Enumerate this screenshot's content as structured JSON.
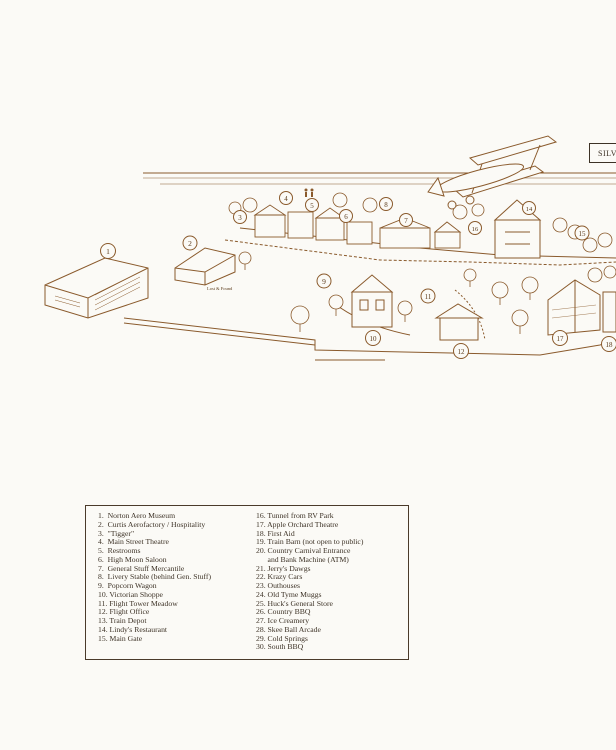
{
  "sign": "SILV",
  "small_label": "Lost & Found",
  "map_numbers": [
    "1",
    "2",
    "3",
    "4",
    "5",
    "6",
    "7",
    "8",
    "9",
    "10",
    "11",
    "12",
    "14",
    "15",
    "16",
    "17",
    "18"
  ],
  "legend_left": [
    "1.  Norton Aero Museum",
    "2.  Curtis Aerofactory / Hospitality",
    "3.  \"Tigger\"",
    "4.  Main Street Theatre",
    "5.  Restrooms",
    "6.  High Moon Saloon",
    "7.  General Stuff Mercantile",
    "8.  Livery Stable (behind Gen. Stuff)",
    "9.  Popcorn Wagon",
    "10. Victorian Shoppe",
    "11. Flight Tower Meadow",
    "12. Flight Office",
    "13. Train Depot",
    "14. Lindy's Restaurant",
    "15. Main Gate"
  ],
  "legend_right": [
    "16. Tunnel from RV Park",
    "17. Apple Orchard Theatre",
    "18. First Aid",
    "19. Train Barn (not open to public)",
    "20. Country Carnival Entrance",
    "      and Bank Machine (ATM)",
    "21. Jerry's Dawgs",
    "22. Krazy Cars",
    "23. Outhouses",
    "24. Old Tyme Muggs",
    "25. Huck's General Store",
    "26. Country BBQ",
    "27. Ice Creamery",
    "28. Skee Ball Arcade",
    "29. Cold Springs",
    "30. South BBQ"
  ],
  "colors": {
    "ink": "#8a5a2c",
    "dark": "#3d3226",
    "paper": "#fbfaf6"
  }
}
